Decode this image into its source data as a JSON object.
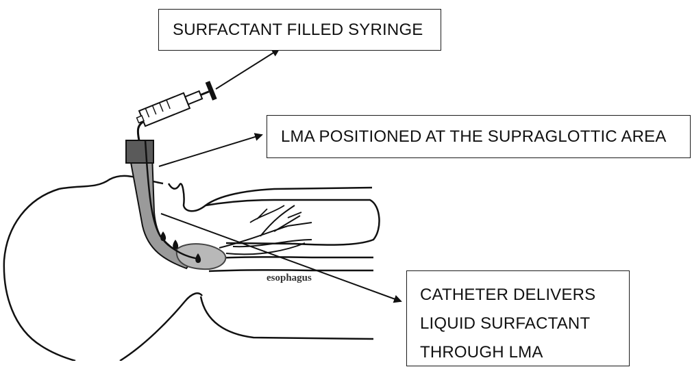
{
  "labels": {
    "syringe": "SURFACTANT FILLED SYRINGE",
    "lma": "LMA POSITIONED AT THE SUPRAGLOTTIC AREA",
    "catheter_lines": [
      "CATHETER DELIVERS",
      "LIQUID SURFACTANT",
      "THROUGH LMA"
    ],
    "esophagus": "esophagus"
  },
  "colors": {
    "line": "#111111",
    "tube_fill": "#9a9a9a",
    "connector": "#5a5a5a",
    "cuff": "#b8b8b8"
  }
}
